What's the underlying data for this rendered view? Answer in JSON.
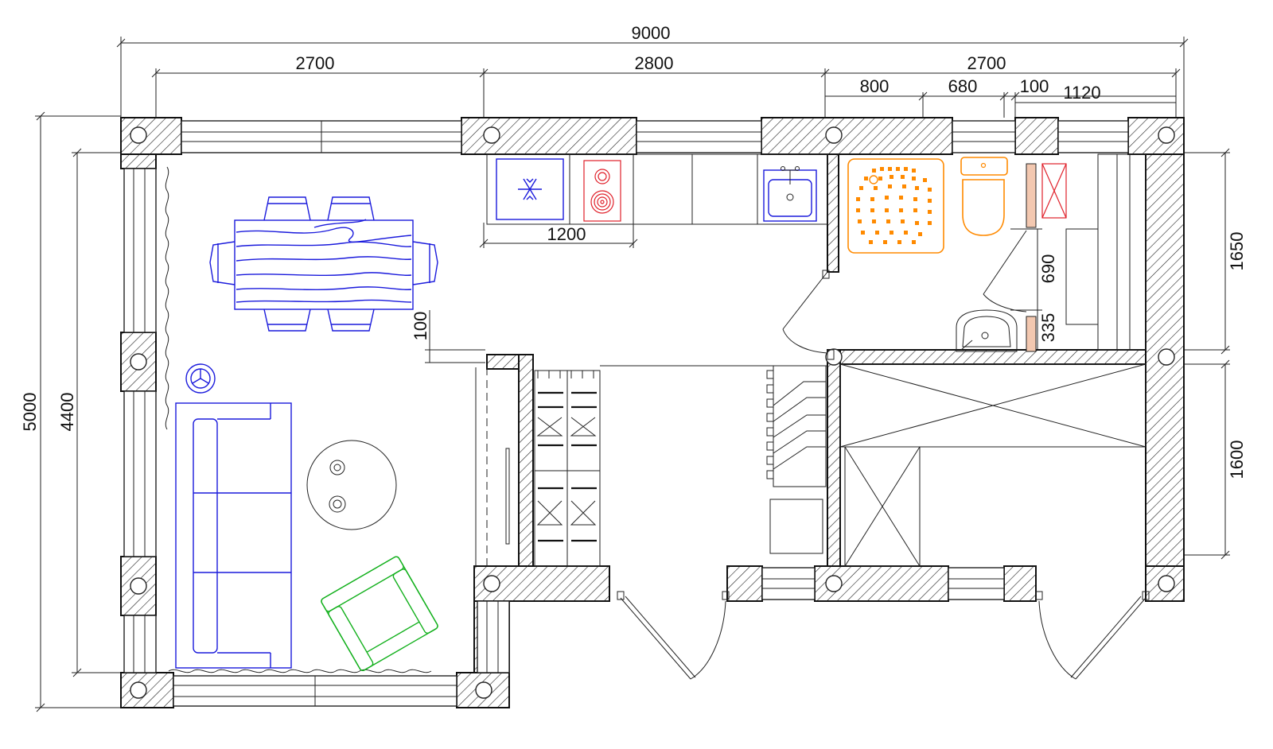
{
  "dimensions": {
    "total_width": "9000",
    "living_width": "2700",
    "kitchen_width": "2800",
    "bath_width": "2700",
    "shower": "800",
    "toilet": "680",
    "partition": "100",
    "sauna": "1120",
    "counter": "1200",
    "wall_offset": "100",
    "total_depth": "5000",
    "inner_depth": "4400",
    "bath_depth": "1650",
    "closet_depth": "1600",
    "door_gap": "690",
    "sink_gap": "335"
  },
  "colors": {
    "furniture_blue": "#1a1adc",
    "stove_red": "#e0202a",
    "shower_orange": "#ff8a00",
    "armchair_green": "#12b01c"
  }
}
